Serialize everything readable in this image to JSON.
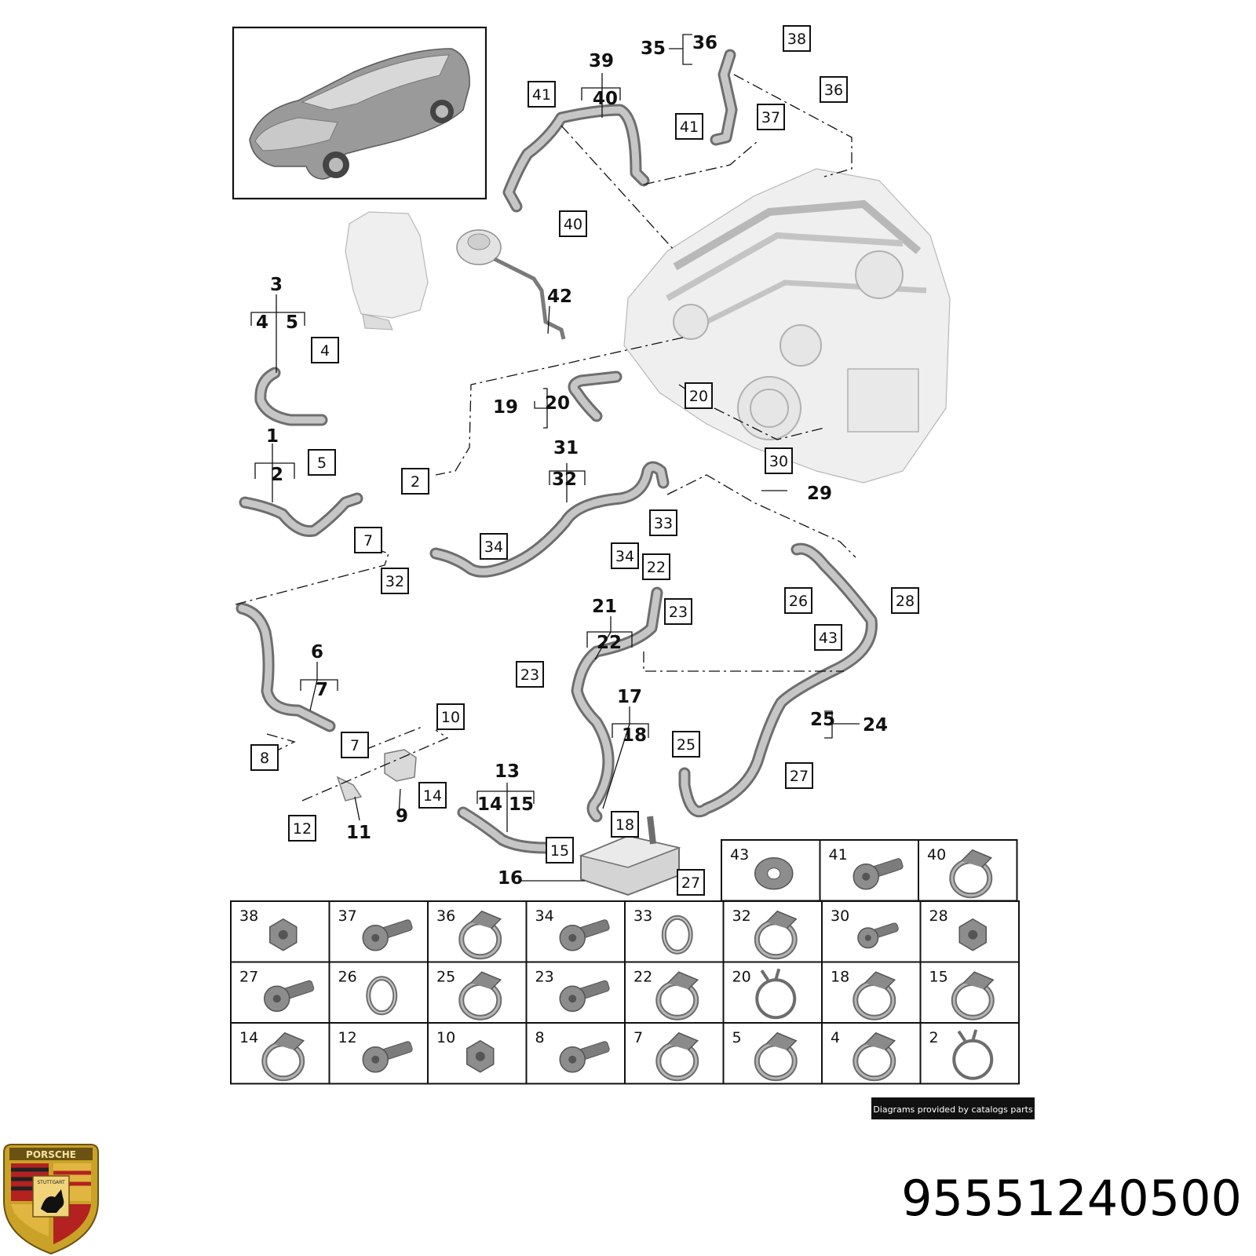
{
  "diagram": {
    "boxed_labels": [
      {
        "id": "41a",
        "text": "41"
      },
      {
        "id": "40a",
        "text": "40"
      },
      {
        "id": "41b",
        "text": "41"
      },
      {
        "id": "38",
        "text": "38"
      },
      {
        "id": "36",
        "text": "36"
      },
      {
        "id": "37",
        "text": "37"
      },
      {
        "id": "4",
        "text": "4"
      },
      {
        "id": "5",
        "text": "5"
      },
      {
        "id": "2",
        "text": "2"
      },
      {
        "id": "7a",
        "text": "7"
      },
      {
        "id": "20",
        "text": "20"
      },
      {
        "id": "30",
        "text": "30"
      },
      {
        "id": "33",
        "text": "33"
      },
      {
        "id": "34a",
        "text": "34"
      },
      {
        "id": "34b",
        "text": "34"
      },
      {
        "id": "32",
        "text": "32"
      },
      {
        "id": "22",
        "text": "22"
      },
      {
        "id": "23a",
        "text": "23"
      },
      {
        "id": "26",
        "text": "26"
      },
      {
        "id": "28",
        "text": "28"
      },
      {
        "id": "43",
        "text": "43"
      },
      {
        "id": "23b",
        "text": "23"
      },
      {
        "id": "8",
        "text": "8"
      },
      {
        "id": "7b",
        "text": "7"
      },
      {
        "id": "10",
        "text": "10"
      },
      {
        "id": "14",
        "text": "14"
      },
      {
        "id": "12",
        "text": "12"
      },
      {
        "id": "25",
        "text": "25"
      },
      {
        "id": "27a",
        "text": "27"
      },
      {
        "id": "18",
        "text": "18"
      },
      {
        "id": "15",
        "text": "15"
      },
      {
        "id": "27b",
        "text": "27"
      }
    ],
    "bold_labels": [
      {
        "id": "35",
        "text": "35"
      },
      {
        "id": "36",
        "text": "36"
      },
      {
        "id": "39",
        "text": "39"
      },
      {
        "id": "40",
        "text": "40"
      },
      {
        "id": "3",
        "text": "3"
      },
      {
        "id": "4",
        "text": "4"
      },
      {
        "id": "5",
        "text": "5"
      },
      {
        "id": "42",
        "text": "42"
      },
      {
        "id": "19",
        "text": "19"
      },
      {
        "id": "20",
        "text": "20"
      },
      {
        "id": "1",
        "text": "1"
      },
      {
        "id": "2",
        "text": "2"
      },
      {
        "id": "31",
        "text": "31"
      },
      {
        "id": "32",
        "text": "32"
      },
      {
        "id": "29",
        "text": "29"
      },
      {
        "id": "21",
        "text": "21"
      },
      {
        "id": "22",
        "text": "22"
      },
      {
        "id": "6",
        "text": "6"
      },
      {
        "id": "7",
        "text": "7"
      },
      {
        "id": "17",
        "text": "17"
      },
      {
        "id": "18",
        "text": "18"
      },
      {
        "id": "25",
        "text": "25"
      },
      {
        "id": "24",
        "text": "24"
      },
      {
        "id": "13",
        "text": "13"
      },
      {
        "id": "14",
        "text": "14"
      },
      {
        "id": "15",
        "text": "15"
      },
      {
        "id": "9",
        "text": "9"
      },
      {
        "id": "11",
        "text": "11"
      },
      {
        "id": "16",
        "text": "16"
      }
    ]
  },
  "parts_table": {
    "top_row": [
      {
        "label": "43",
        "kind": "washer"
      },
      {
        "label": "41",
        "kind": "bolt"
      },
      {
        "label": "40",
        "kind": "clamp"
      }
    ],
    "rows": [
      [
        {
          "label": "38",
          "kind": "nut"
        },
        {
          "label": "37",
          "kind": "bolt"
        },
        {
          "label": "36",
          "kind": "clamp"
        },
        {
          "label": "34",
          "kind": "bolt"
        },
        {
          "label": "33",
          "kind": "ring"
        },
        {
          "label": "32",
          "kind": "clamp"
        },
        {
          "label": "30",
          "kind": "bolt-small"
        },
        {
          "label": "28",
          "kind": "nut"
        }
      ],
      [
        {
          "label": "27",
          "kind": "bolt"
        },
        {
          "label": "26",
          "kind": "ring"
        },
        {
          "label": "25",
          "kind": "clamp"
        },
        {
          "label": "23",
          "kind": "bolt"
        },
        {
          "label": "22",
          "kind": "clamp"
        },
        {
          "label": "20",
          "kind": "spring-clamp"
        },
        {
          "label": "18",
          "kind": "clamp"
        },
        {
          "label": "15",
          "kind": "clamp"
        }
      ],
      [
        {
          "label": "14",
          "kind": "clamp"
        },
        {
          "label": "12",
          "kind": "bolt"
        },
        {
          "label": "10",
          "kind": "nut"
        },
        {
          "label": "8",
          "kind": "bolt"
        },
        {
          "label": "7",
          "kind": "clamp"
        },
        {
          "label": "5",
          "kind": "clamp"
        },
        {
          "label": "4",
          "kind": "clamp"
        },
        {
          "label": "2",
          "kind": "spring-clamp"
        }
      ]
    ]
  },
  "credit_text": "Diagrams provided by catalogs parts",
  "part_number": "95551240500",
  "logo": {
    "brand_text": "PORSCHE",
    "city_text": "STUTTGART"
  }
}
